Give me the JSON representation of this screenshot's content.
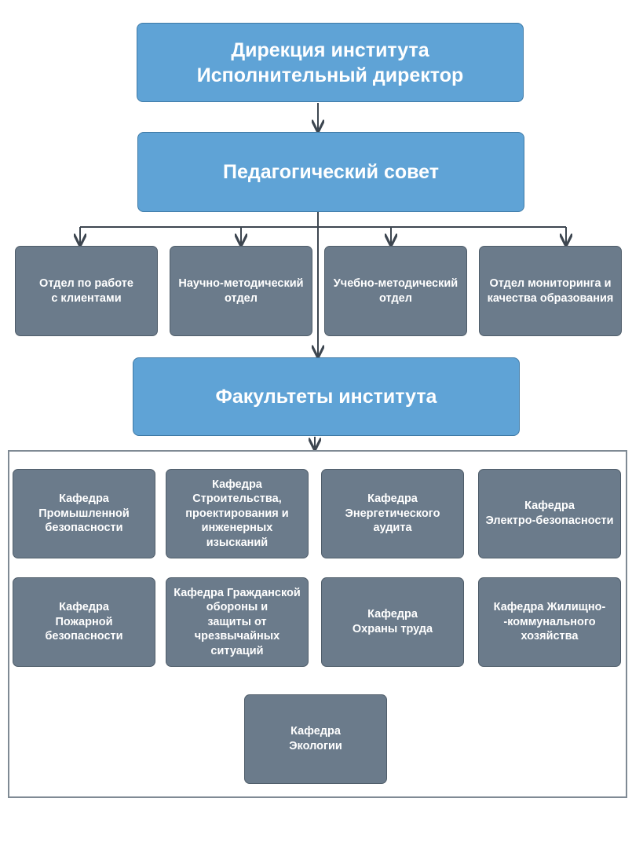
{
  "top_boxes": {
    "directorate": "Дирекция института\nИсполнительный директор",
    "council": "Педагогический совет",
    "faculties": "Факультеты института"
  },
  "departments": [
    "Отдел по работе\nс клиентами",
    "Научно-методический\nотдел",
    "Учебно-методический\nотдел",
    "Отдел мониторинга и\nкачества образования"
  ],
  "chairs": [
    "Кафедра\nПромышленной\nбезопасности",
    "Кафедра\nСтроительства,\nпроектирования и\nинженерных\nизысканий",
    "Кафедра\nЭнергетического\nаудита",
    "Кафедра\nЭлектро-безопасности",
    "Кафедра\nПожарной\nбезопасности",
    "Кафедра Гражданской\nобороны и\nзащиты от\nчрезвычайных\nситуаций",
    "Кафедра\nОхраны труда",
    "Кафедра Жилищно-\n-коммунального\nхозяйства",
    "Кафедра\nЭкологии"
  ],
  "colors": {
    "primary_box": "#5fa3d6",
    "secondary_box": "#6b7b8b",
    "connector": "#3d4650"
  }
}
